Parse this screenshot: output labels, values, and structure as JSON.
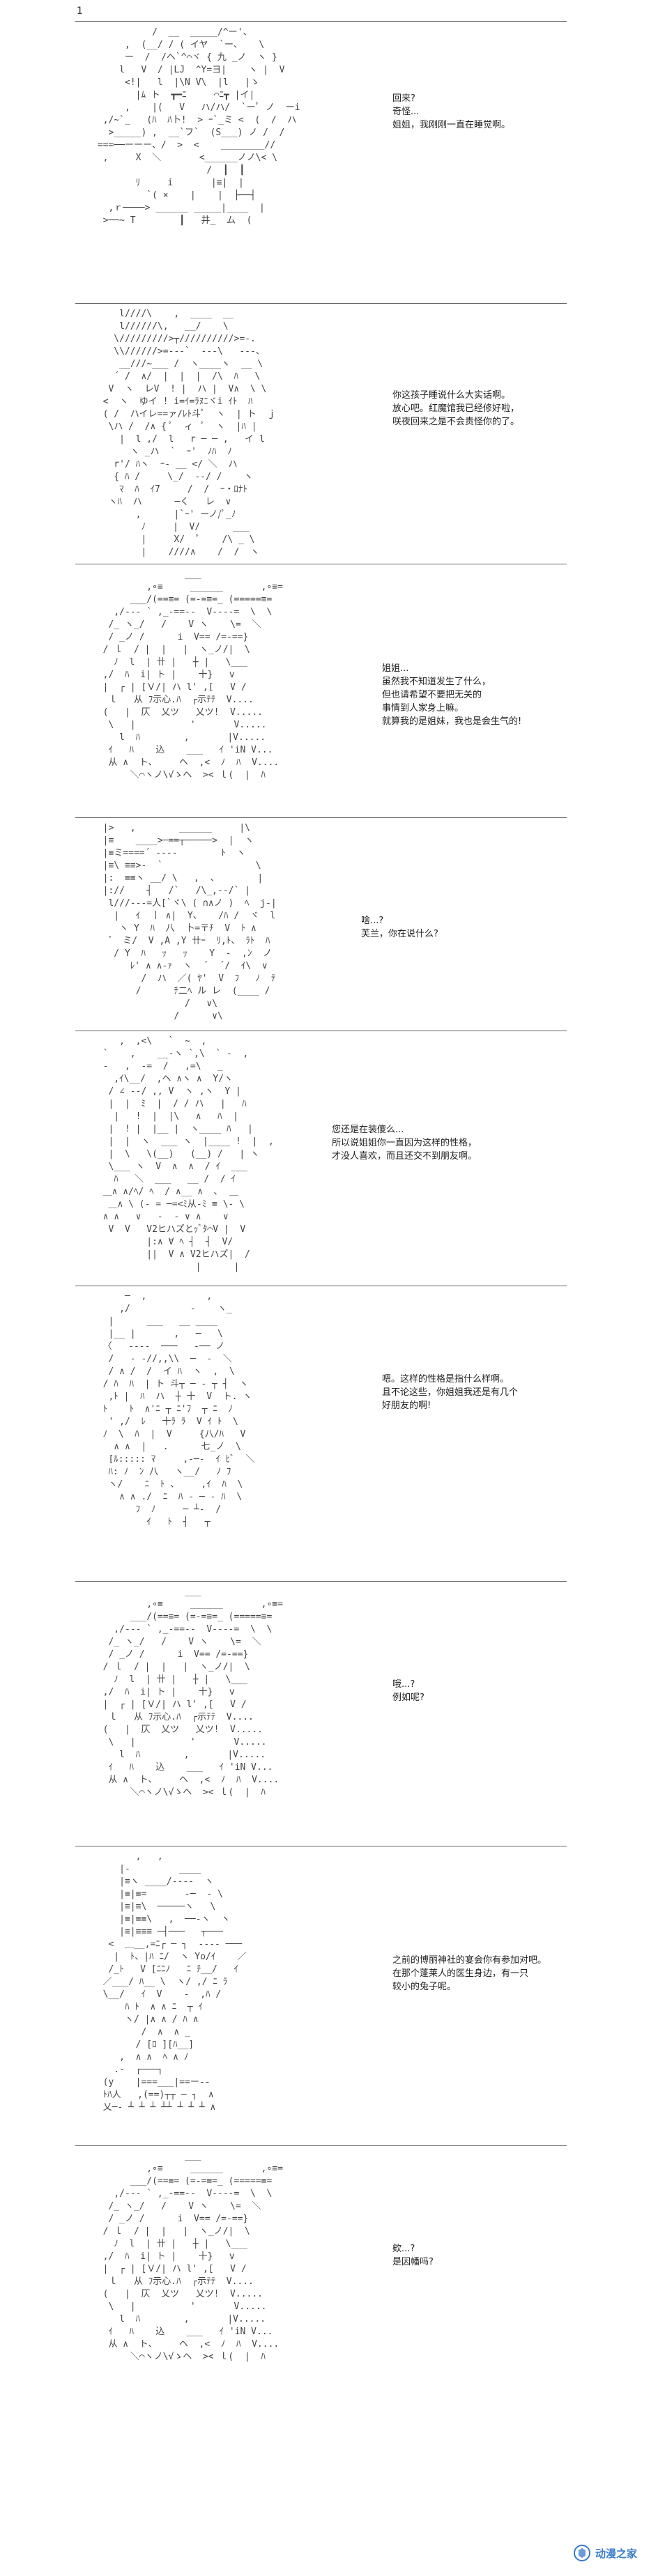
{
  "page_number": "1",
  "panels": [
    {
      "dialog": [
        "回来?",
        "奇怪...",
        "姐姐，我刚刚一直在睡觉啊。"
      ],
      "art": "           /  __  _____/^ー'、       \n      ,  (__/ / ( イヤ  `ー、   \\    \n      ー  /  /ヘ`^⌒ヾ { 九 _ノ  ヽ }  \n     l   V  / |LJ  ^Y=ヨ|    ヽ |  V \n      <!|   l  |\\N V\\  |l   |ゝ  \n        |ﾑ ト  ┳━ﾆ     ⌒ﾆ┳ |イ| \n      ,    |(   V   ハ/ハ/  `ーﾟ ノ  ーi  \n  ,/~`_   (ﾊ  ﾊ卜!  > ｰ`_ミ <  (  /  ハ  \n   >_____) ,  __`フ`  (S___) ノ /  /  \n ===──ーーー、/  >  <    ________// \n  ,     X  ＼       <______ノノ\\< \\ \n                     /  ┃  ┃       \n        ﾘ     i       |≡|  |       \n          `( ×    |    |  ├──┤   \n   ,ｒ────> ______ _____|____  |    \n  >──~ T        ┃   井_  ム  ( "
    },
    {
      "dialog": [
        "你这孩子睡说什么大实话啊。",
        "",
        "放心吧。红魔馆我已经修好啦，",
        "咲夜回来之是不会责怪你的了。"
      ],
      "art": "     l////\\    ,  ____  __       \n     l//////\\,   __/    \\      \n    \\/////////>┬//////////>=-.    \n    \\\\//////>=--‐`  ‐‐‐\\   ‐‐-、 \n     __///~___ /  ヽ____ヽ  __ \\  \n    ´ /  ∧/  |  |  |  /\\  ﾊ   \\   \n   V  ヽ  レV  ! |  ハ |  V∧  \\ \\ \n  <  ヽ  ゆイ ! i=ｲ=ﾗﾇﾆヾi ｲﾄ  ﾊ   \n  ( /  ハイレ==ァ/ﾚﾄ斗ﾟ  ヽ  | ト  ｊ  \n   \\ハ /  /∧ { ﾟ  ィ  ﾟ  ヽ  |ﾊ |  \n     |  l ,/  l   r ─ ─ ,   イ l  \n       ヽ _ハ  `  ｰ'  ﾉﾊ  ﾉ   \n    r'/ ﾊヽ  ｰ‐ __ </ ＼  ハ     \n    { ﾊ /     \\_/  ‐‐/ /    ヽ   \n     ﾏ  ﾊ  ｲ7     /  /  ｰ・ﾛﾅﾄ    \n   ヽﾊ  ハ      ─く   レ  ∨     \n        ,      |`ｰ' ーノ/ﾟ_ﾉ    \n         ﾉ     |  V/      ___   \n         |     X/  ﾟ    /\\ _ \\  \n         |    ////∧    /  /  ヽ "
    },
    {
      "dialog": [
        "姐姐...",
        "",
        "虽然我不知道发生了什么，",
        "但也请希望不要把无关的",
        "事情到人家身上嘛。",
        "就算我的是姐妹，我也是会生气的!"
      ],
      "art": "                 ___         \n          ,∘≡     ______       ,∘≡=  \n       ___/(==≡= (=-=≡=_ (=====≡=  \n    ,/‐‐‐ ` ,_-==-‐  V‐‐‐‐=  \\  \\  \n   /_ ヽ_/   /    V ヽ    \\=  ＼ \n   / _ノ /      i  V== /=-==} \n  / ｌ  / |  |   |  ヽ_ノ/|  \\  \n    ﾉ  l  | 卄 |   ┼ |   \\___   \n  ,/  ﾊ  i| ト |    十}   v       \n  |  ┌ | [Ｖ/| ハ l' ,[   V /   \n   ｌ   从 ﾌ示心.ﾊ  ┌示ﾃﾃ  V.... \n  (   |  仄  乂ツ   乂ツ!  V.....  \n   \\   |          '       V.....  \n     l  ﾊ        ,       |V.....  \n   ｲ   ﾊ    込    ___   ｲ 'iN V... \n   从 ∧  ト、    ヘ  ,<  ﾉ  ﾊ  V.... \n       ＼⌒ヽノ\\√ゝヘ  >< ｌ(  |  ﾊ "
    },
    {
      "dialog": [
        "啥...?",
        "芙兰，你在说什么?"
      ],
      "art": "  |>   ,        ______     |\\   \n  |≡    ____>─==┬─────>  |  ヽ   \n  |≡ミ====´ ‐‐‐‐        ﾄ  ヽ \n  |≡\\ ≡≡>‐  `                 \\ \n  |:  ≡≡ヽ __/ \\   ,  、       | \n  |://    ┤   /`   /\\_,--/` | \n   l///‐‐‐=人[`ヾ\\ ( ∩∧ノ )  ﾍ  j-| \n    |   ｲ  丨 ∧|  Y、   /ﾊ /  ヾ  l  \n     ヽ Y  ﾊ  八  卜=〒ﾁ  V  ﾄ ∧  \n   ゛ ミ/  V ,A ,Y 卄ｰ  ﾘ,ﾄ、 ﾗﾄ  ﾊ   \n    / Y  ﾊ   ｯ   ｯ    Y  ‐  ,ﾝ  ノ  \n       ﾚ' ∧ ∧-ｧ  ヽ  ´  ´/  ｲ\\  ∨  \n         /  ハ  ／( ﾔ'  V  ﾌ   ﾉ  ﾃ   \n        /      ﾁ二ﾍ ル レ  (____ /    \n                 /   ∨\\          \n               /      ∨\\    "
    },
    {
      "dialog": [
        "您还是在装傻么...",
        "所以说姐姐你一直因为这样的性格，",
        "才没人喜欢，而且还交不到朋友啊。"
      ],
      "art": "     ,  ,<\\   `  ~  ,             \n  `    ,    __‐ヽ `,\\  ` ‐  ,    \n  ‐   ,  ‐=  /   ,=\\   _     \n    ,ｲ\\__/  ,ヘ ∧ヽ ∧  Y/ヽ   \n   / ∠ ‐‐/ ,, V  ヽ ,ヽ  Y |   \n   |  |  ﾐ  |  / / ハ   |   ﾊ  \n    |   !  |  |\\   ∧   ﾊ  |   \n   |  ! |  |__ |  ヽ____ ﾊ   |     \n   |  |  ヽ  ___ ヽ  |____ !  |  ,  \n   |  \\   \\(__)   (__) /   | ヽ  \n   \\___ ヽ  V  ∧  ∧  / ｲ  ___ \n    ﾊ   ＼  ___   __ /  / ｲ   \n  ＿∧ ∧/ﾍ/ ﾍ  / ∧__ ∧  ､  ＿  \n   ＿∧ \\ (‐ = ─=<ﾐ从-ﾐ ≡ \\‐ \\  \n  ∧ ∧   ∨   ‐  ‐ ∨ ∧    ∨  \n   V  V   V2ヒハズとｯﾞﾀ⌒V |  V  \n          |:∧ ∀ ﾍ ┤  ┤  V/ \n          ||  V ∧ V2ヒハズ|  /   \n                   |      |   "
    },
    {
      "dialog": [
        "嗯。这样的性格是指什么样啊。",
        "",
        "且不论这些，你姐姐我还是有几个",
        "好朋友的啊!"
      ],
      "art": "      ─  ,           ,      \n     ,/           ‐    ヽ_    \n   |      ___   __ ____     \n   |__ |       ,   ─   \\      \n  〈   ‐‐‐‐  ───   ‐── ノ  \n   /   ‐ ‐//,,\\\\  ─  ‐  ＼ \n   / ∧ /  /  イ ﾊ  ヽ  ,  \\  \n  / ﾊ  ﾊ  | ト 斗┬ ─ ‐ ┬ ┤  ヽ  \n   ,ﾄ |  ﾊ  ハ  ┼ 十  V  ト. ヽ   \n  ﾄ    ﾄ  ∧'ﾆ ┬ ﾆ'ﾌ  ┬ ﾆ  ﾉ  \n   ' ,/  ﾚ   十ﾗ ﾗ  V ｲ ﾄ  \\  \n  ﾉ  \\  ﾊ  |  V     {八/ﾊ   V  \n    ∧ ∧  |   .      七_ノ  \\   \n   [ﾙ::::: ﾏ     ,-─‐  ｲ ﾋﾞ  ＼  \n   ﾊ: ﾉ  ﾝ 八   ヽ__/   ﾉ ﾌ  \n   ヽ/    ﾆ  ﾄ 、    ,ｲ  ﾊ  \\  \n     ∧ ∧ ./  ﾆ  ﾊ ‐ ─ ‐ ﾊ  \\   \n        ﾌ  ﾉ     ─ ┴‐  /  \n          ｲ   ﾄ  ┤   ┬  "
    },
    {
      "dialog": [
        "哦...?",
        "例如呢?"
      ],
      "art": "                 ___         \n          ,∘≡     ______       ,∘≡=  \n       ___/(==≡= (=-=≡=_ (=====≡=  \n    ,/‐‐‐ ` ,_-==-‐  V‐‐‐‐=  \\  \\  \n   /_ ヽ_/   /    V ヽ    \\=  ＼ \n   / _ノ /      i  V== /=-==} \n  / ｌ  / |  |   |  ヽ_ノ/|  \\  \n    ﾉ  l  | 卄 |   ┼ |   \\___   \n  ,/  ﾊ  i| ト |    十}   v       \n  |  ┌ | [Ｖ/| ハ l' ,[   V /   \n   ｌ   从 ﾌ示心.ﾊ  ┌示ﾃﾃ  V.... \n  (   |  仄  乂ツ   乂ツ!  V.....  \n   \\   |          '       V.....  \n     l  ﾊ        ,       |V.....  \n   ｲ   ﾊ    込    ___   ｲ 'iN V... \n   从 ∧  ト、    ヘ  ,<  ﾉ  ﾊ  V.... \n       ＼⌒ヽノ\\√ゝヘ  >< ｌ(  |  ﾊ "
    },
    {
      "dialog": [
        "之前的博丽神社的宴会你有参加对吧。",
        "在那个蓬莱人的医生身边，有一只",
        "较小的兔子呢。"
      ],
      "art": "        ,   ,                    \n     |‐         ____            \n     |≡ヽ ____/‐‐‐‐  ヽ          \n     |≡|≡=       ‐─  ‐ \\       \n     |≡|≡\\  ─────ヽ   \\      \n     |≡|≡≡\\   ,  ──‐ヽ  ヽ    \n     |≡|≡≡≡ ─┤───   ┬───   \n   <  ＿__,=ﾆ┌ ─ ┐  ‐‐‐‐ ─── \n    |  ﾄ、|ﾊ ﾆ/  ヽ Yo/ｲ    ／  \n   /_ﾄ   V [ﾆﾆﾉ   ﾆ ﾁ__/   ｲ   \n  ／___/ ﾊ__ \\  ヽ/ ,/ ﾆ ﾗ      \n  \\__/   ｲ  V    ‐  ,ﾊ /      \n      ﾊ ﾄ  ∧ ∧ ﾆ  ┬ ｲ         \n      ヽ/ |∧ ∧ / ﾊ ∧        \n         /  ∧  ∧ _      \n        / [ﾛ ][ﾊ__]       \n     ,  ∧ ∧  ﾍ ∧ ﾉ         \n    .‐  ┌───┐      \n  (y    |===___|==ー‐‐       \n  ﾄﾊ人   ,(==)┬┬ ─ ┐  ∧ \n  乂─‐ ┴ ┴ ┴ ┴┴ ┴ ┴ ┴ ∧ "
    },
    {
      "dialog": [
        "欸...?",
        "是因幡吗?"
      ],
      "art": "                 ___         \n          ,∘≡     ______       ,∘≡=  \n       ___/(==≡= (=-=≡=_ (=====≡=  \n    ,/‐‐‐ ` ,_-==-‐  V‐‐‐‐=  \\  \\  \n   /_ ヽ_/   /    V ヽ    \\=  ＼ \n   / _ノ /      i  V== /=-==} \n  / ｌ  / |  |   |  ヽ_ノ/|  \\  \n    ﾉ  l  | 卄 |   ┼ |   \\___   \n  ,/  ﾊ  i| ト |    十}   v       \n  |  ┌ | [Ｖ/| ハ l' ,[   V /   \n   ｌ   从 ﾌ示心.ﾊ  ┌示ﾃﾃ  V.... \n  (   |  仄  乂ツ   乂ツ!  V.....  \n   \\   |          '       V.....  \n     l  ﾊ        ,       |V.....  \n   ｲ   ﾊ    込    ___   ｲ 'iN V... \n   从 ∧  ト、    ヘ  ,<  ﾉ  ﾊ  V.... \n       ＼⌒ヽノ\\√ゝヘ  >< ｌ(  |  ﾊ "
    }
  ],
  "watermark": {
    "text": "动漫之家",
    "logo_icon": "dmzj-logo-icon",
    "color": "#3a7bc8"
  }
}
